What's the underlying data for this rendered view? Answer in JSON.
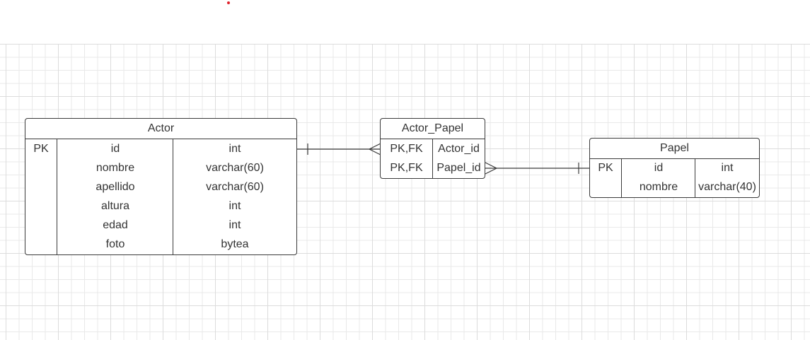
{
  "entities": {
    "actor": {
      "title": "Actor",
      "keys": [
        "PK",
        "",
        "",
        "",
        "",
        ""
      ],
      "fields": [
        "id",
        "nombre",
        "apellido",
        "altura",
        "edad",
        "foto"
      ],
      "types": [
        "int",
        "varchar(60)",
        "varchar(60)",
        "int",
        "int",
        "bytea"
      ]
    },
    "actor_papel": {
      "title": "Actor_Papel",
      "keys": [
        "PK,FK",
        "PK,FK"
      ],
      "fields": [
        "Actor_id",
        "Papel_id"
      ]
    },
    "papel": {
      "title": "Papel",
      "keys": [
        "PK",
        ""
      ],
      "fields": [
        "id",
        "nombre"
      ],
      "types": [
        "int",
        "varchar(40)"
      ]
    }
  },
  "relationships": [
    {
      "from": "Actor.id",
      "from_cardinality": "one",
      "to": "Actor_Papel.Actor_id",
      "to_cardinality": "many"
    },
    {
      "from": "Papel.id",
      "from_cardinality": "one",
      "to": "Actor_Papel.Papel_id",
      "to_cardinality": "many"
    }
  ],
  "colors": {
    "line": "#3a3a3a",
    "grid": "#e9e9e9",
    "marker": "#e0202a"
  }
}
